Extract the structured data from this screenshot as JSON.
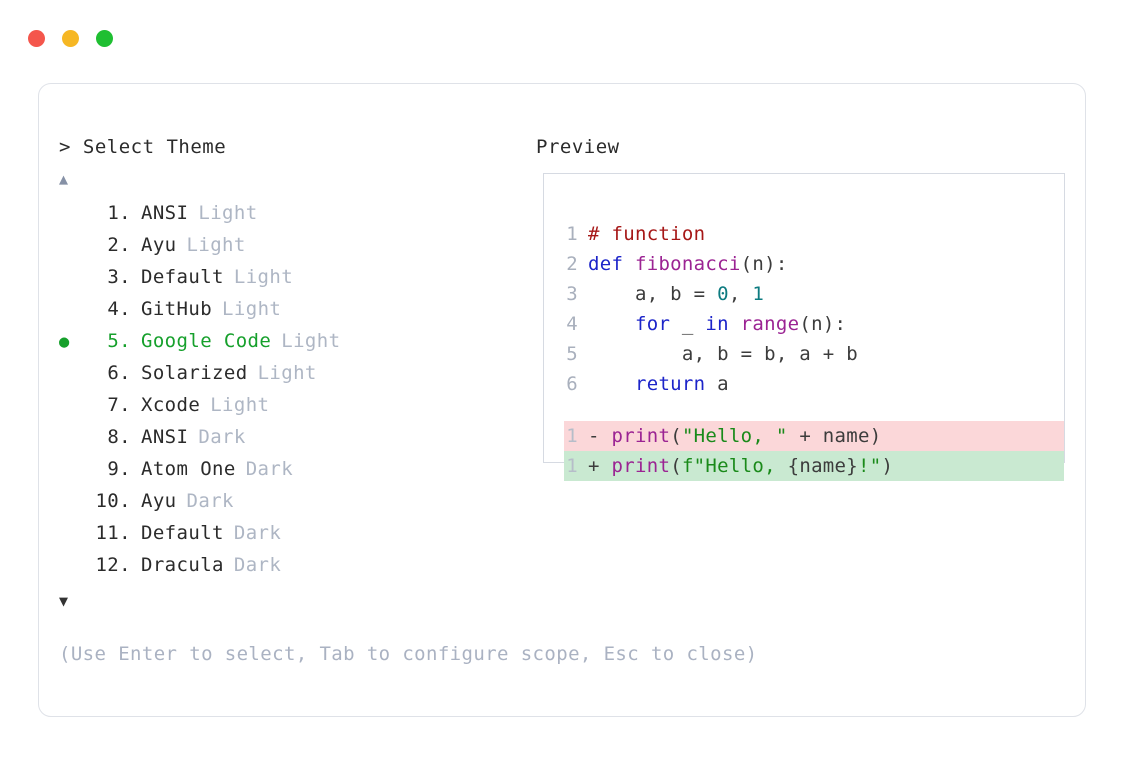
{
  "window": {
    "traffic_lights": [
      {
        "name": "close-button",
        "color": "#f4564c"
      },
      {
        "name": "minimize-button",
        "color": "#f6b724"
      },
      {
        "name": "maximize-button",
        "color": "#1fbf32"
      }
    ]
  },
  "prompt": {
    "marker": ">",
    "title": "Select Theme",
    "header": "> Select Theme"
  },
  "scroll": {
    "up_glyph": "▲",
    "down_glyph": "▼",
    "up_color": "#8691a6",
    "down_color": "#333333"
  },
  "selection": {
    "selected_index": 5,
    "bullet_glyph": "●",
    "accent_color": "#16a02c"
  },
  "themes": [
    {
      "index": "1.",
      "name": "ANSI",
      "suffix": "Light",
      "selected": false
    },
    {
      "index": "2.",
      "name": "Ayu",
      "suffix": "Light",
      "selected": false
    },
    {
      "index": "3.",
      "name": "Default",
      "suffix": "Light",
      "selected": false
    },
    {
      "index": "4.",
      "name": "GitHub",
      "suffix": "Light",
      "selected": false
    },
    {
      "index": "5.",
      "name": "Google Code",
      "suffix": "Light",
      "selected": true
    },
    {
      "index": "6.",
      "name": "Solarized",
      "suffix": "Light",
      "selected": false
    },
    {
      "index": "7.",
      "name": "Xcode",
      "suffix": "Light",
      "selected": false
    },
    {
      "index": "8.",
      "name": "ANSI",
      "suffix": "Dark",
      "selected": false
    },
    {
      "index": "9.",
      "name": "Atom One",
      "suffix": "Dark",
      "selected": false
    },
    {
      "index": "10.",
      "name": "Ayu",
      "suffix": "Dark",
      "selected": false
    },
    {
      "index": "11.",
      "name": "Default",
      "suffix": "Dark",
      "selected": false
    },
    {
      "index": "12.",
      "name": "Dracula",
      "suffix": "Dark",
      "selected": false
    }
  ],
  "preview": {
    "title": "Preview",
    "code_lines": [
      {
        "num": "1",
        "tokens": [
          {
            "t": "# function",
            "c": "t-comment"
          }
        ]
      },
      {
        "num": "2",
        "tokens": [
          {
            "t": "def ",
            "c": "t-kw"
          },
          {
            "t": "fibonacci",
            "c": "t-fn"
          },
          {
            "t": "(n):",
            "c": "t-punct"
          }
        ]
      },
      {
        "num": "3",
        "tokens": [
          {
            "t": "    a, b = ",
            "c": "t-plain"
          },
          {
            "t": "0",
            "c": "t-num"
          },
          {
            "t": ", ",
            "c": "t-plain"
          },
          {
            "t": "1",
            "c": "t-num"
          }
        ]
      },
      {
        "num": "4",
        "tokens": [
          {
            "t": "    ",
            "c": "t-plain"
          },
          {
            "t": "for",
            "c": "t-kw"
          },
          {
            "t": " _ ",
            "c": "t-plain"
          },
          {
            "t": "in",
            "c": "t-kw"
          },
          {
            "t": " ",
            "c": "t-plain"
          },
          {
            "t": "range",
            "c": "t-fn"
          },
          {
            "t": "(n):",
            "c": "t-punct"
          }
        ]
      },
      {
        "num": "5",
        "tokens": [
          {
            "t": "        a, b = b, a + b",
            "c": "t-plain"
          }
        ]
      },
      {
        "num": "6",
        "tokens": [
          {
            "t": "    ",
            "c": "t-plain"
          },
          {
            "t": "return",
            "c": "t-kw"
          },
          {
            "t": " a",
            "c": "t-plain"
          }
        ]
      }
    ],
    "diff_lines": [
      {
        "num": "1",
        "kind": "diff-del",
        "tokens": [
          {
            "t": "- ",
            "c": "t-sign"
          },
          {
            "t": "print",
            "c": "t-fn"
          },
          {
            "t": "(",
            "c": "t-punct"
          },
          {
            "t": "\"Hello, \"",
            "c": "t-str"
          },
          {
            "t": " + name)",
            "c": "t-plain"
          }
        ]
      },
      {
        "num": "1",
        "kind": "diff-add",
        "tokens": [
          {
            "t": "+ ",
            "c": "t-sign"
          },
          {
            "t": "print",
            "c": "t-fn"
          },
          {
            "t": "(",
            "c": "t-punct"
          },
          {
            "t": "f\"Hello, ",
            "c": "t-str"
          },
          {
            "t": "{name}",
            "c": "t-plain"
          },
          {
            "t": "!\"",
            "c": "t-str"
          },
          {
            "t": ")",
            "c": "t-punct"
          }
        ]
      }
    ]
  },
  "hint": "(Use Enter to select, Tab to configure scope, Esc to close)"
}
